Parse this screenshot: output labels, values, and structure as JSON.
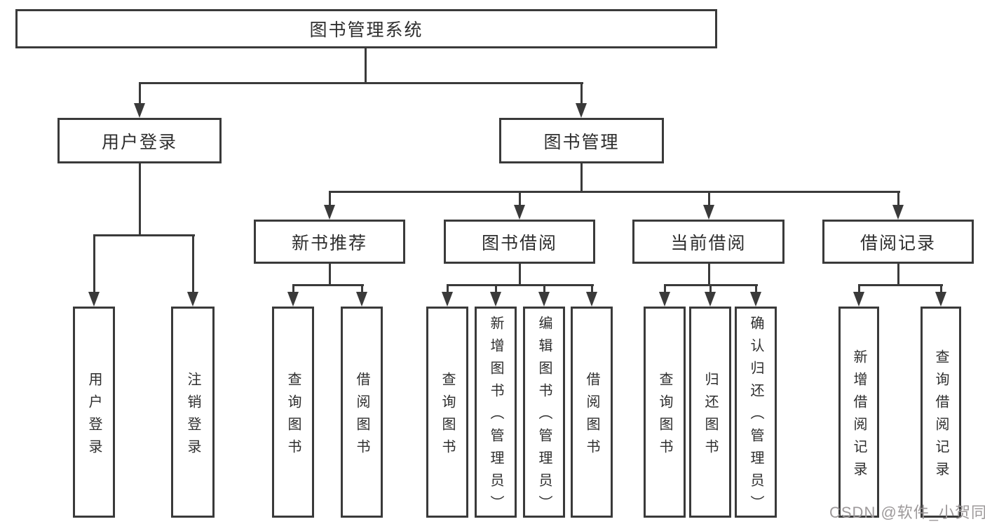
{
  "tree": {
    "label": "图书管理系统",
    "children": [
      {
        "label": "用户登录",
        "children": [
          {
            "label": "用户登录"
          },
          {
            "label": "注销登录"
          }
        ]
      },
      {
        "label": "图书管理",
        "children": [
          {
            "label": "新书推荐",
            "children": [
              {
                "label": "查询图书"
              },
              {
                "label": "借阅图书"
              }
            ]
          },
          {
            "label": "图书借阅",
            "children": [
              {
                "label": "查询图书"
              },
              {
                "label": "新增图书（管理员）"
              },
              {
                "label": "编辑图书（管理员）"
              },
              {
                "label": "借阅图书"
              }
            ]
          },
          {
            "label": "当前借阅",
            "children": [
              {
                "label": "查询图书"
              },
              {
                "label": "归还图书"
              },
              {
                "label": "确认归还（管理员）"
              }
            ]
          },
          {
            "label": "借阅记录",
            "children": [
              {
                "label": "新增借阅记录"
              },
              {
                "label": "查询借阅记录"
              }
            ]
          }
        ]
      }
    ]
  },
  "watermark": "CSDN @软件_小贺同学",
  "colors": {
    "line": "#3a3a3a",
    "text": "#2e2e2e",
    "background": "#ffffff",
    "watermark": "#9d999a"
  }
}
